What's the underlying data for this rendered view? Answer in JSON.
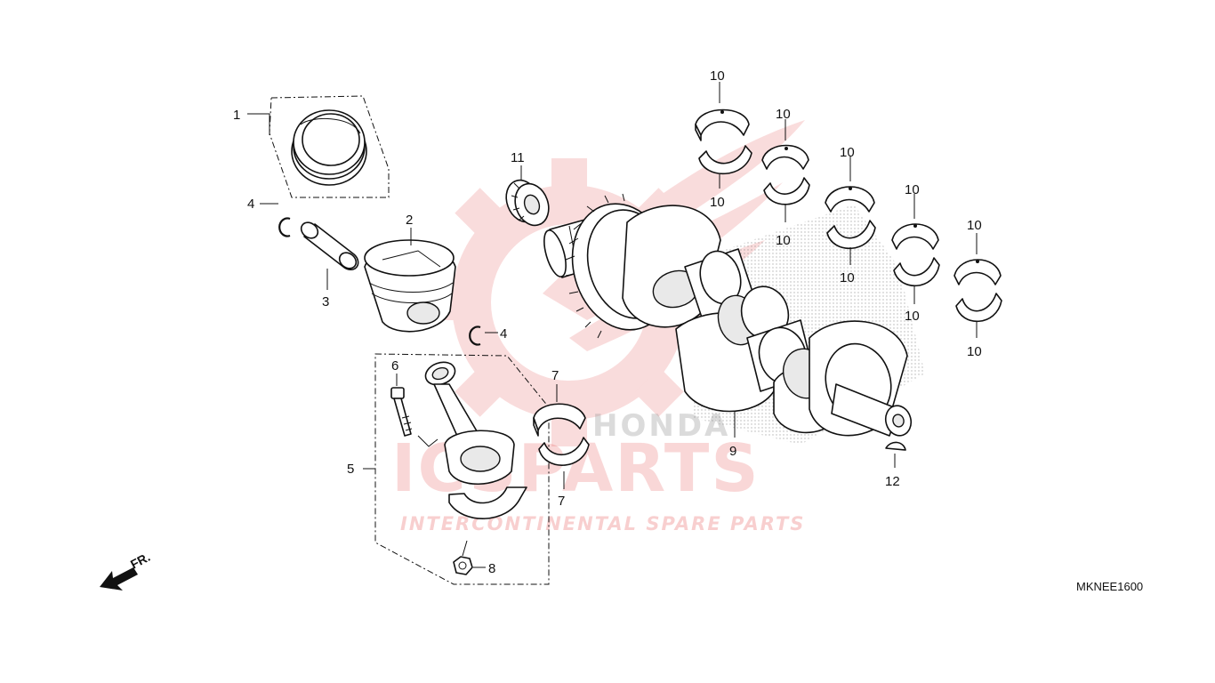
{
  "watermark": {
    "brand": "ICSPARTS",
    "honda": "HONDA",
    "tagline": "INTERCONTINENTAL SPARE PARTS",
    "colors": {
      "red": "#e02a2a",
      "gray": "#9a9a9a"
    }
  },
  "diagram_code": "MKNEE1600",
  "front_arrow_label": "FR.",
  "callouts": {
    "c1": "1",
    "c2": "2",
    "c3": "3",
    "c4a": "4",
    "c4b": "4",
    "c5": "5",
    "c6": "6",
    "c7a": "7",
    "c7b": "7",
    "c8": "8",
    "c9": "9",
    "c10a": "10",
    "c10b": "10",
    "c10c": "10",
    "c10d": "10",
    "c10e": "10",
    "c10f": "10",
    "c10g": "10",
    "c10h": "10",
    "c10i": "10",
    "c10j": "10",
    "c11": "11",
    "c12": "12"
  }
}
